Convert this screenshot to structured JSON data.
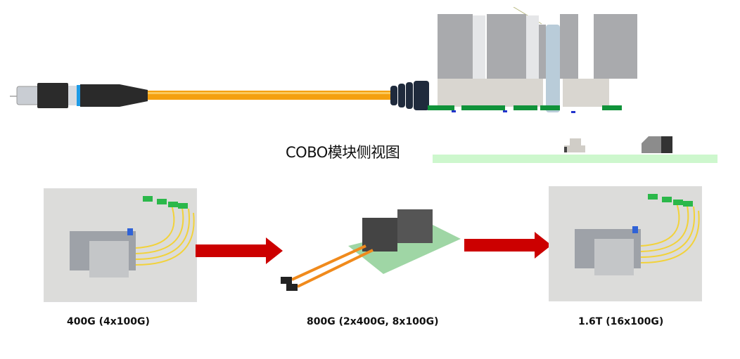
{
  "diagram": {
    "side_view": {
      "caption": "COBO模块侧视图",
      "cable_color": "#f4a010",
      "pcb_color": "#cdf7cd",
      "module_color": "#a9aaad",
      "board_trace_color": "#10933a"
    },
    "progression": {
      "arrow_color": "#cc0000",
      "stages": [
        {
          "label": "400G (4x100G)"
        },
        {
          "label": "800G (2x400G, 8x100G)"
        },
        {
          "label": "1.6T (16x100G)"
        }
      ]
    }
  }
}
